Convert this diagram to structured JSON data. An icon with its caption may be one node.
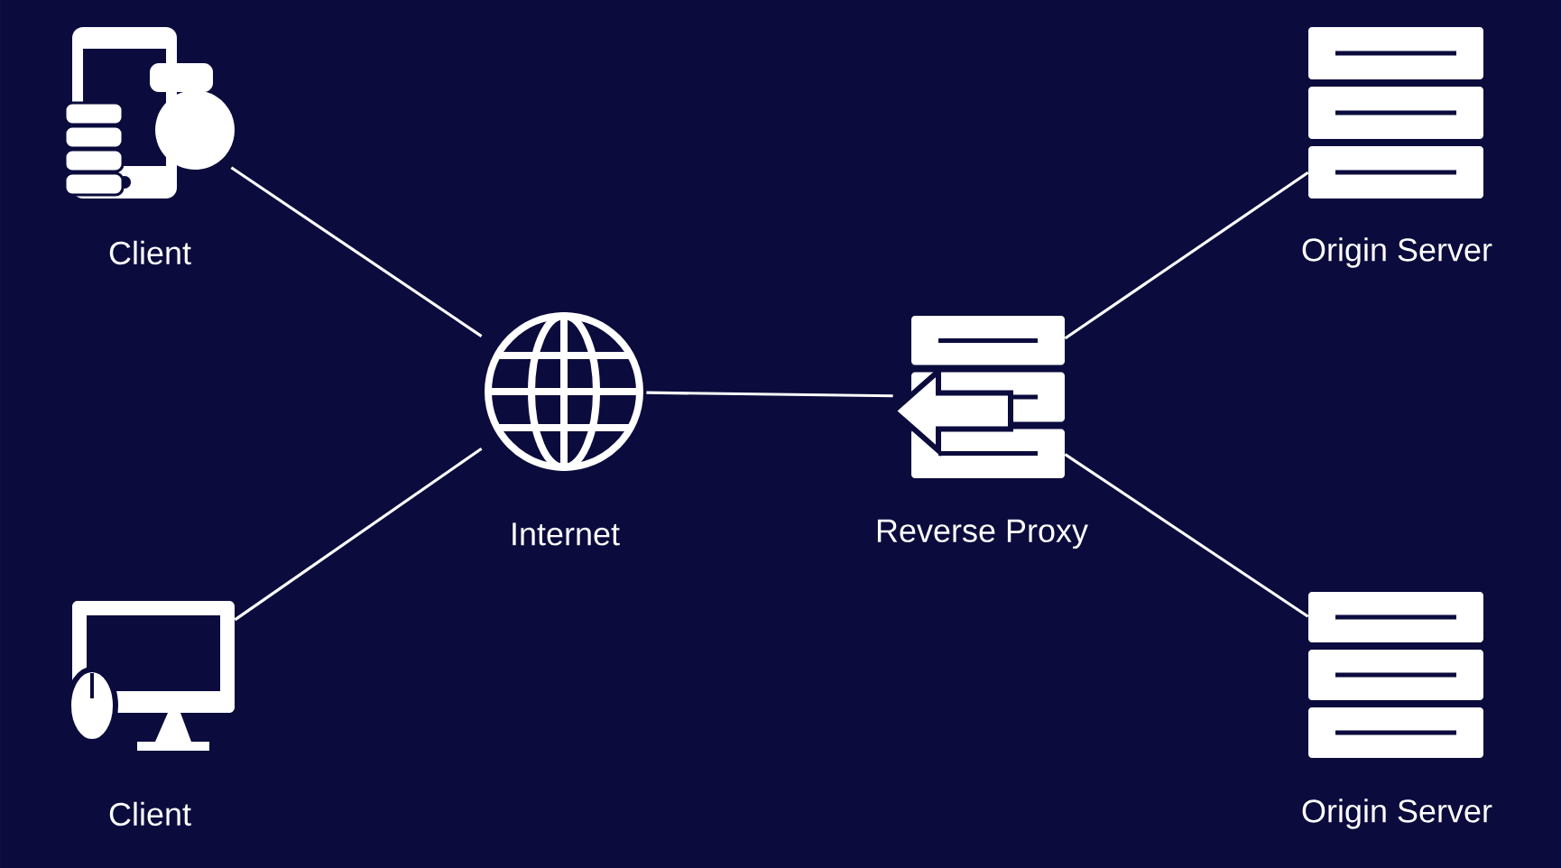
{
  "diagram": {
    "nodes": [
      {
        "text": [
          "Client"
        ]
      },
      {
        "text": [
          "Client"
        ]
      },
      {
        "text": [
          "Internet"
        ]
      },
      {
        "text": [
          "Reverse Proxy"
        ]
      },
      {
        "text": [
          "Origin Server"
        ]
      },
      {
        "text": [
          "Origin Server"
        ]
      }
    ],
    "edges": [
      {
        "from": 0,
        "to": 2,
        "arrow": "none"
      },
      {
        "from": 1,
        "to": 2,
        "arrow": "none"
      },
      {
        "from": 2,
        "to": 3,
        "arrow": "none"
      },
      {
        "from": 3,
        "to": 4,
        "arrow": "none"
      },
      {
        "from": 3,
        "to": 5,
        "arrow": "none"
      }
    ]
  }
}
